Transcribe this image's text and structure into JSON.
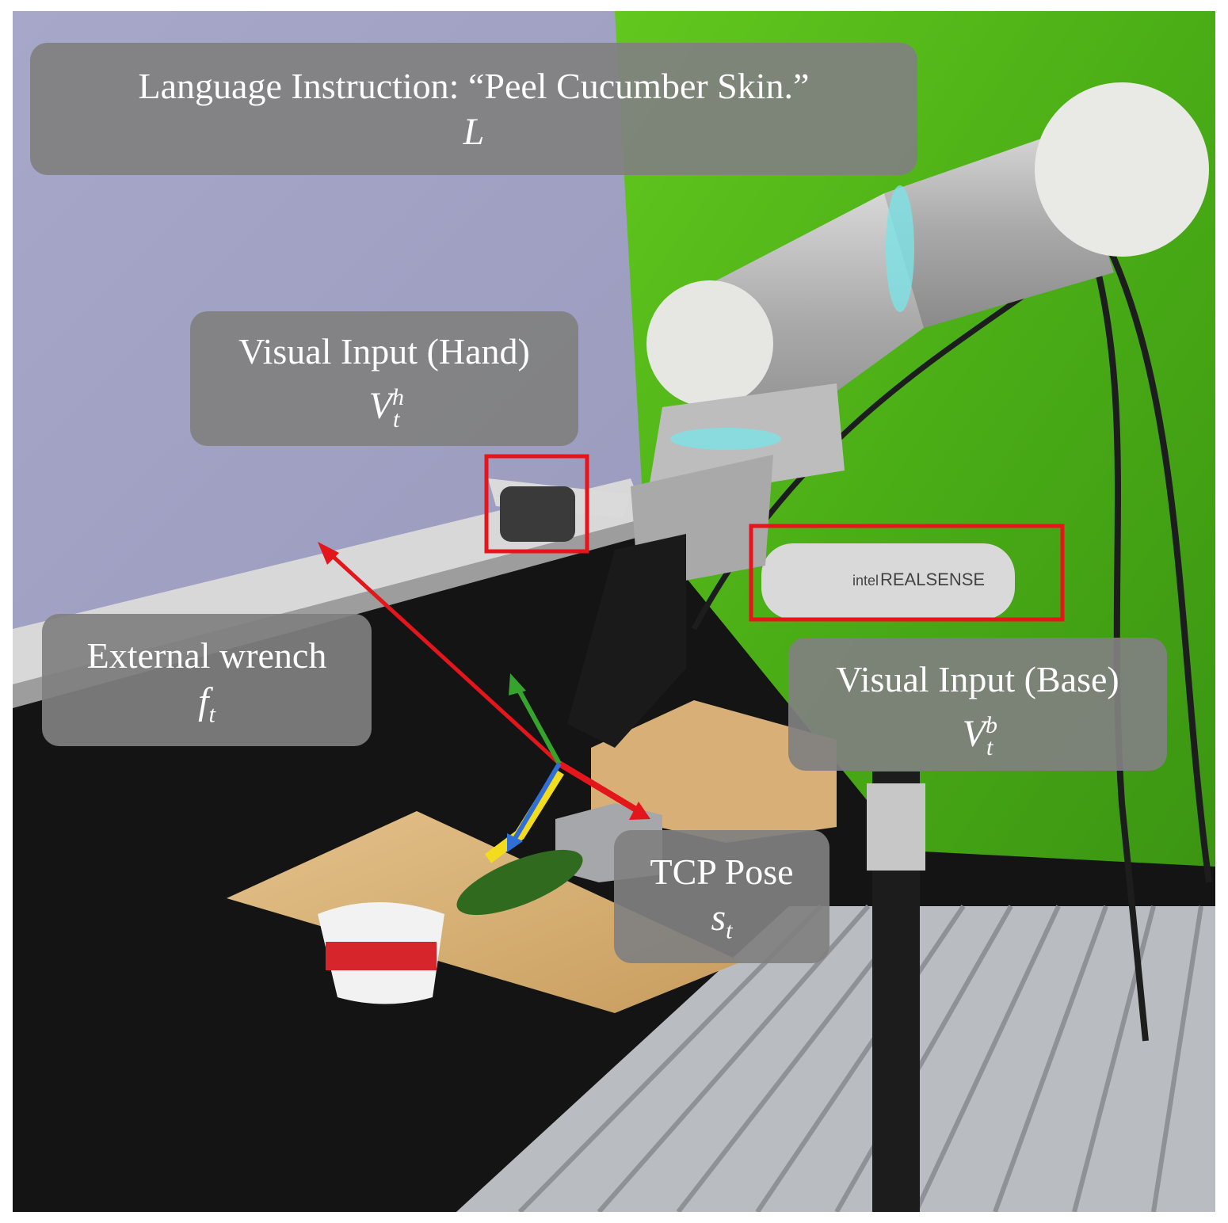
{
  "labels": {
    "language": {
      "text": "Language Instruction: “Peel Cucumber Skin.”",
      "symbol": "L"
    },
    "hand_camera": {
      "text": "Visual Input (Hand)",
      "symbol": "V",
      "sub": "t",
      "sup": "h"
    },
    "wrench": {
      "text": "External wrench",
      "symbol": "f",
      "sub": "t"
    },
    "base_camera": {
      "text": "Visual Input (Base)",
      "symbol": "V",
      "sub": "t",
      "sup": "b"
    },
    "tcp": {
      "text": "TCP Pose",
      "symbol": "s",
      "sub": "t"
    }
  },
  "camera_branding": "REALSENSE",
  "camera_logo": "intel",
  "colors": {
    "highlight_box": "#e8141b",
    "arrow_red": "#e3161c",
    "arrow_green": "#35a32c",
    "arrow_blue": "#2f6fd6",
    "label_bg": "#808080"
  }
}
